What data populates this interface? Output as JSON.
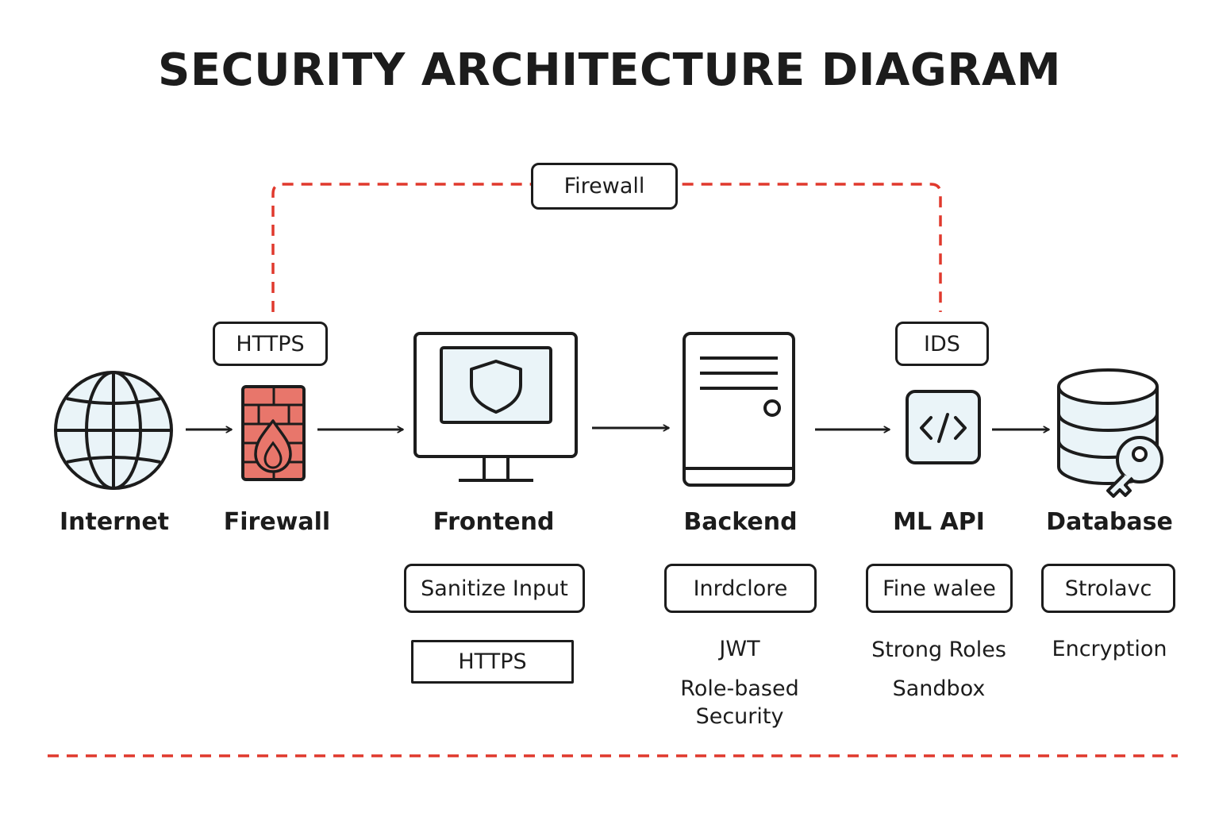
{
  "diagram": {
    "title": "SECURITY ARCHITECTURE DIAGRAM",
    "perimeter_label": "Firewall",
    "top_tags": {
      "left": "HTTPS",
      "right": "IDS"
    },
    "nodes": {
      "internet": {
        "label": "Internet",
        "icon": "globe-icon"
      },
      "firewall": {
        "label": "Firewall",
        "icon": "firewall-brick-icon"
      },
      "frontend": {
        "label": "Frontend",
        "icon": "monitor-shield-icon"
      },
      "backend": {
        "label": "Backend",
        "icon": "server-icon"
      },
      "ml_api": {
        "label": "ML API",
        "icon": "code-brackets-icon"
      },
      "database": {
        "label": "Database",
        "icon": "database-key-icon"
      }
    },
    "frontend_controls": {
      "tag_1": "Sanitize Input",
      "tag_2": "HTTPS"
    },
    "backend_controls": {
      "tag": "Inrdclore",
      "note_1": "JWT",
      "note_2a": "Role-based",
      "note_2b": "Security"
    },
    "ml_api_controls": {
      "tag": "Fine walee",
      "note_1": "Strong Roles",
      "note_2": "Sandbox"
    },
    "database_controls": {
      "tag": "Strolavc",
      "note_1": "Encryption"
    }
  },
  "colors": {
    "ink": "#1c1c1c",
    "boundary_red": "#e0392d",
    "firewall_fill": "#e8766b",
    "icon_tint": "#eaf4f8"
  }
}
